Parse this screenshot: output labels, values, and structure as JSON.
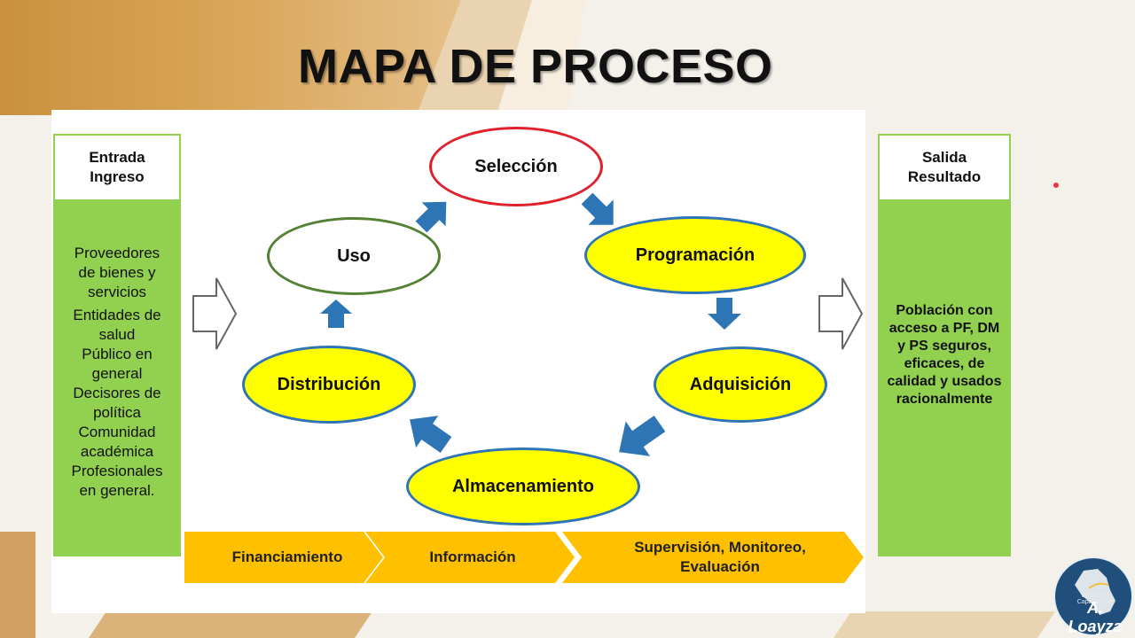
{
  "title": "MAPA DE PROCESO",
  "input": {
    "header": "Entrada\nIngreso",
    "items": [
      "Proveedores\nde bienes y\nservicios",
      "Entidades de\nsalud\nPúblico en\ngeneral\nDecisores de\npolítica\nComunidad\nacadémica\nProfesionales\nen general."
    ]
  },
  "output": {
    "header": "Salida\nResultado",
    "body": "Población con\nacceso a PF, DM\ny PS seguros,\neficaces, de\ncalidad y usados\nracionalmente"
  },
  "cycle": [
    {
      "label": "Selección",
      "fill": "#ffffff",
      "border": "#e0202a"
    },
    {
      "label": "Programación",
      "fill": "#ffff00",
      "border": "#2e75b6"
    },
    {
      "label": "Adquisición",
      "fill": "#ffff00",
      "border": "#2e75b6"
    },
    {
      "label": "Almacenamiento",
      "fill": "#ffff00",
      "border": "#2e75b6"
    },
    {
      "label": "Distribución",
      "fill": "#ffff00",
      "border": "#2e75b6"
    },
    {
      "label": "Uso",
      "fill": "#ffffff",
      "border": "#548235"
    }
  ],
  "support": [
    "Financiamiento",
    "Información",
    "Supervisión, Monitoreo,\nEvaluación"
  ],
  "logo": {
    "small": "Centro de Capacitación",
    "big": "A. Loayza"
  },
  "colors": {
    "green": "#92d050",
    "arrow_blue": "#2e75b6",
    "chevron": "#ffc000",
    "yellow": "#ffff00"
  },
  "icons": [
    "right-hollow-arrow-icon",
    "block-arrow-icon",
    "peru-map-icon"
  ]
}
